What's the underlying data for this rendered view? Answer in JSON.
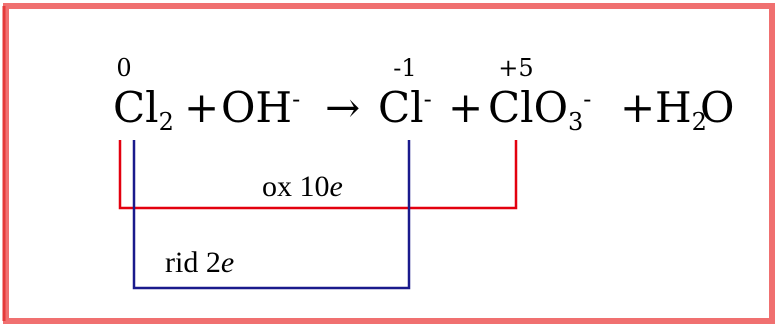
{
  "equation": {
    "oxidation_numbers": {
      "cl2": "0",
      "chloride": "-1",
      "chlorate": "+5"
    },
    "species": {
      "cl2_symbol": "Cl",
      "cl2_subscript": "2",
      "plus_1": "+",
      "hydroxide_symbol": "OH",
      "hydroxide_charge": "-",
      "arrow": "→",
      "chloride_symbol": "Cl",
      "chloride_charge": "-",
      "plus_2": "+",
      "chlorate_symbol": "ClO",
      "chlorate_subscript": "3",
      "chlorate_charge": "-",
      "plus_3": "+",
      "water_h": "H",
      "water_subscript": "2",
      "water_o": "O"
    }
  },
  "brackets": {
    "oxidation": {
      "label_prefix": "ox 10",
      "label_unit": "e",
      "color": "#e3000f"
    },
    "reduction": {
      "label_prefix": "rid 2",
      "label_unit": "e",
      "color": "#1a1a8c"
    }
  },
  "frame": {
    "border_color": "#f07070"
  }
}
